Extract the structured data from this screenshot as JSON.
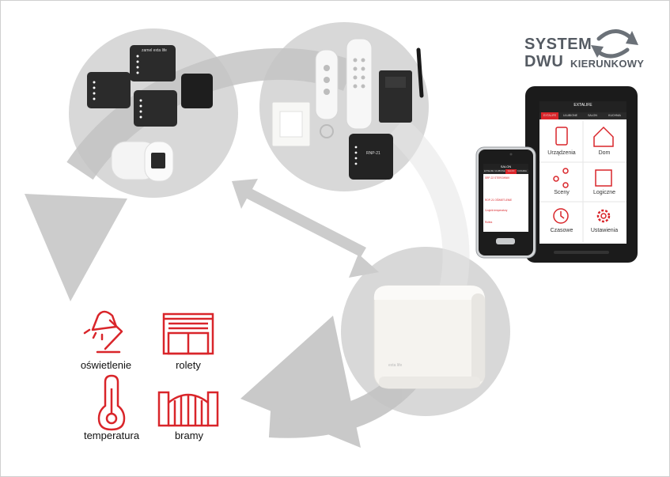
{
  "logo": {
    "line1": "SYSTEM",
    "line2": "DWU",
    "line3": "KIERUNKOWY"
  },
  "categories": [
    {
      "label": "oświetlenie",
      "icon": "desk-lamp-icon"
    },
    {
      "label": "rolety",
      "icon": "roller-shutter-icon"
    },
    {
      "label": "temperatura",
      "icon": "thermometer-icon"
    },
    {
      "label": "bramy",
      "icon": "gate-icon"
    }
  ],
  "device_labels": {
    "module_brand": "zamel exta life",
    "receiver_model": "RNP-21",
    "hub_brand": "exta life"
  },
  "tablet": {
    "title": "EXTALIFE",
    "tabs": [
      "EXTALIFE",
      "ULUBIONE",
      "SALON",
      "KUCHNIA"
    ],
    "tiles": [
      {
        "label": "Urządzenia",
        "icon": "devices-icon"
      },
      {
        "label": "Dom",
        "icon": "house-icon"
      },
      {
        "label": "Sceny",
        "icon": "scenes-icon"
      },
      {
        "label": "Logiczne",
        "icon": "logic-puzzle-icon"
      },
      {
        "label": "Czasowe",
        "icon": "clock-icon"
      },
      {
        "label": "Ustawienia",
        "icon": "gear-icon"
      }
    ]
  },
  "phone": {
    "title": "SALON",
    "tabs": [
      "EXTALIFE",
      "ULUBIONE",
      "SALON",
      "KUCHNIA"
    ],
    "rows": [
      "SRP-22 STEROWNIK",
      "ROP-21 OŚWIETLENIE",
      "Czujnik temperatury",
      "Roleta"
    ]
  },
  "colors": {
    "accent": "#d9252a",
    "circle": "#d8d8d8",
    "arrow": "#c4c4c4",
    "text": "#555b63"
  }
}
